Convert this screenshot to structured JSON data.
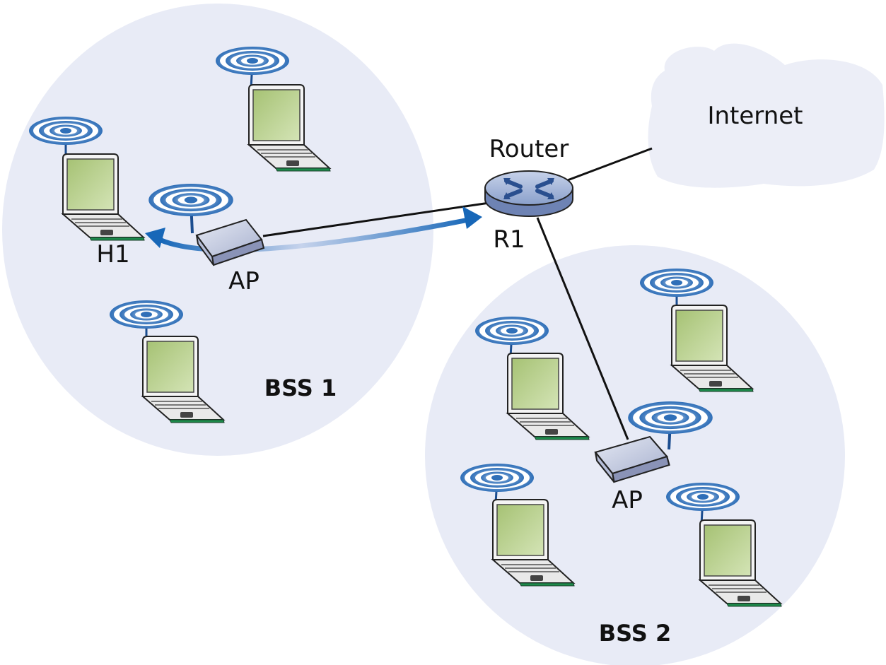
{
  "labels": {
    "internet": "Internet",
    "router": "Router",
    "router_name": "R1",
    "host": "H1",
    "ap1": "AP",
    "ap2": "AP",
    "bss1": "BSS 1",
    "bss2": "BSS 2"
  },
  "colors": {
    "bss_fill": "#e8ebf6",
    "cloud_fill": "#eceef7",
    "arrow_blue": "#1767b8",
    "screen_green": "#b5cf86",
    "signal_blue": "#3f79ba",
    "router_fill": "#93a6cc"
  }
}
